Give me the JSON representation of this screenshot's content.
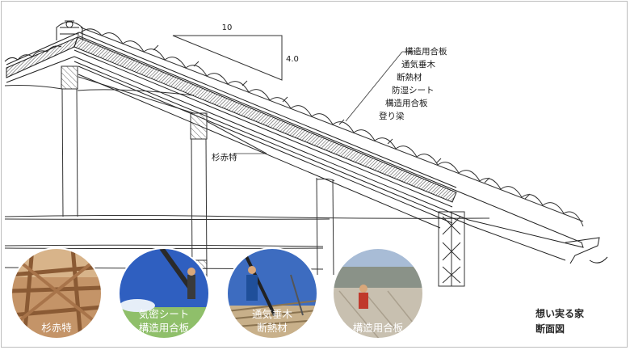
{
  "slope": {
    "run": "10",
    "rise": "4.0"
  },
  "layers": [
    {
      "id": "structural-plywood-top",
      "label": "構造用合板"
    },
    {
      "id": "ventilated-rafter",
      "label": "通気垂木"
    },
    {
      "id": "insulation",
      "label": "断熱材"
    },
    {
      "id": "moisture-sheet",
      "label": "防湿シート"
    },
    {
      "id": "structural-plywood-bottom",
      "label": "構造用合板"
    },
    {
      "id": "sloped-beam",
      "label": "登り梁"
    }
  ],
  "post_label": "杉赤特",
  "photos": [
    {
      "id": "cedar-frame",
      "caption": [
        "杉赤特"
      ],
      "tone": "#b98658",
      "sky": "#c8a27a"
    },
    {
      "id": "sheet-plywood",
      "caption": [
        "気密シート",
        "構造用合板"
      ],
      "tone": "#3f6fc1",
      "sky": "#2d5fc4"
    },
    {
      "id": "rafter-insulation",
      "caption": [
        "通気垂木",
        "断熱材"
      ],
      "tone": "#5a7fb8",
      "sky": "#3d6cc0"
    },
    {
      "id": "roof-plywood",
      "caption": [
        "構造用合板"
      ],
      "tone": "#b9b2a4",
      "sky": "#9fb6d4"
    }
  ],
  "title": {
    "line1": "想い実る家",
    "line2": "断面図"
  }
}
